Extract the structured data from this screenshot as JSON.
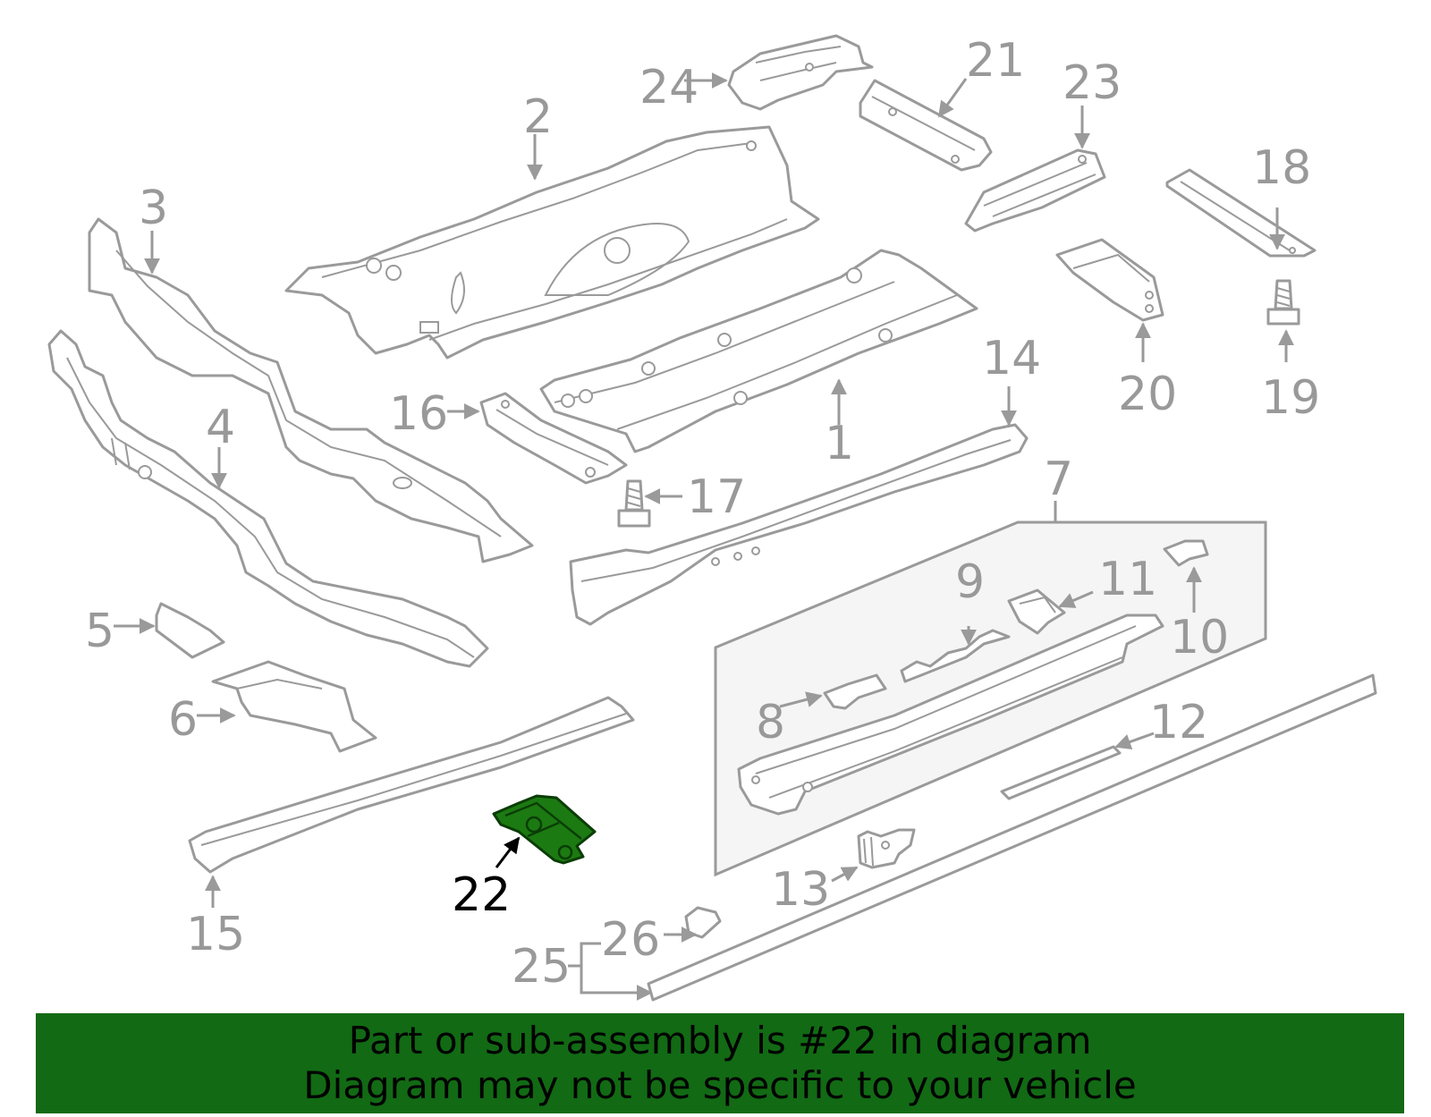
{
  "diagram": {
    "highlighted_part": "22",
    "callouts": [
      "1",
      "2",
      "3",
      "4",
      "5",
      "6",
      "7",
      "8",
      "9",
      "10",
      "11",
      "12",
      "13",
      "14",
      "15",
      "16",
      "17",
      "18",
      "19",
      "20",
      "21",
      "22",
      "23",
      "24",
      "25",
      "26"
    ]
  },
  "banner": {
    "line1": "Part or sub-assembly is #22 in diagram",
    "line2": "Diagram may not be specific to your vehicle"
  },
  "colors": {
    "banner_background": "#126a14",
    "highlight_part": "#1c7a12",
    "part_outline": "#9a9a9a",
    "highlight_label": "#000000"
  }
}
